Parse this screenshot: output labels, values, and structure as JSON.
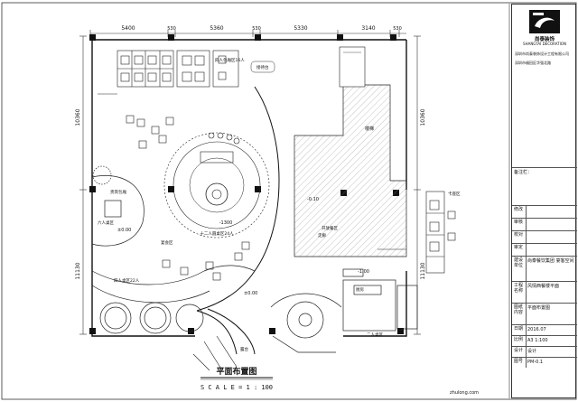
{
  "drawing": {
    "title": "平面布置图",
    "scale": "S C A L E = 1 : 100",
    "dimensions_top": [
      "5400",
      "530",
      "5360",
      "530",
      "5330",
      "3140",
      "530"
    ],
    "dimension_left_upper": "10360",
    "dimension_left_lower": "11130",
    "dimension_right_upper": "10360",
    "dimension_right_lower": "11130",
    "rooms": {
      "private_dining": "四人包厢区16人",
      "reception": "接待台",
      "stair": "楼梯",
      "vip": "贵宾包厢",
      "round_central": "十二人圆桌区24人",
      "four_seat_area": "四人桌区22人",
      "banquet_area": "宴会区",
      "booth_area": "卡座区",
      "kitchen": "厨房",
      "six_seat_area": "六人桌区",
      "duo_area": "二人桌区",
      "outdoor": "露台",
      "open_area": "开放餐区",
      "corridor": "走廊"
    },
    "levels": [
      "-1300",
      "±0.00",
      "-0.10",
      "-1.00",
      "±0.00"
    ]
  },
  "title_block": {
    "company": "尚泰装饰",
    "company_en": "SHANGTAI DECORATION",
    "company_full": "深圳市尚泰装饰设计工程有限公司",
    "address": "深圳市福田区华强北路",
    "notes_label": "备注栏：",
    "rows": [
      {
        "label": "修改",
        "value": ""
      },
      {
        "label": "审核",
        "value": ""
      },
      {
        "label": "校对",
        "value": ""
      },
      {
        "label": "审定",
        "value": ""
      },
      {
        "label": "建设单位",
        "value": "尚泰餐饮集团 宴客空间"
      },
      {
        "label": "工程名称",
        "value": "风情西餐楼平面"
      },
      {
        "label": "图纸内容",
        "value": "平面布置图"
      },
      {
        "label": "日期",
        "value": "2016.07"
      },
      {
        "label": "比例",
        "value": "A3 1:100"
      },
      {
        "label": "设计",
        "value": "设计"
      },
      {
        "label": "图号",
        "value": "PM-0.1"
      }
    ],
    "watermark": "zhulong.com"
  }
}
